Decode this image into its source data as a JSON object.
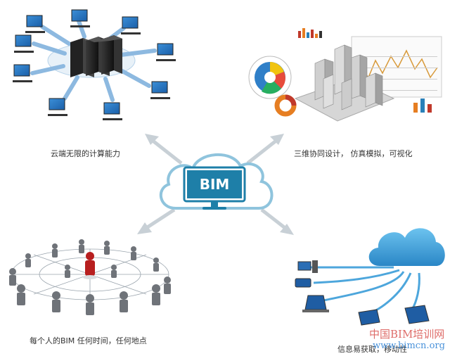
{
  "center": {
    "label": "BIM"
  },
  "panels": {
    "top_left": {
      "caption": "云端无限的计算能力",
      "icon": "server-network-illustration"
    },
    "top_right": {
      "caption": "三维协同设计， 仿真模拟，可视化",
      "icon": "3d-city-visualization-illustration"
    },
    "bottom_left": {
      "caption": "每个人的BIM 任何时间，任何地点",
      "icon": "people-network-illustration"
    },
    "bottom_right": {
      "caption": "信息易获取，移动性",
      "icon": "cloud-devices-illustration"
    }
  },
  "watermark": {
    "line1": "中国BIM培训网",
    "line2": "www.bimcn.org"
  },
  "colors": {
    "cloud_outline": "#8fc4dd",
    "bim_blue": "#1e7fa8",
    "arrow_gray": "#c8d0d6",
    "network_blue": "#8db9e0",
    "cloud_blue": "#3d9fd6",
    "watermark_red": "#d9534f",
    "watermark_blue": "#2a7fd4"
  }
}
